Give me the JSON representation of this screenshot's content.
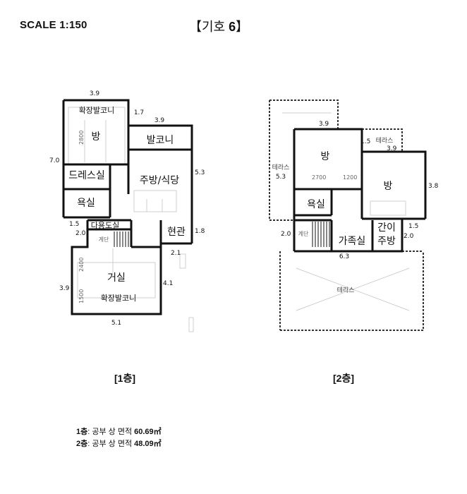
{
  "header": {
    "scale": "SCALE 1:150",
    "symbol_prefix": "【기호 ",
    "symbol_number": "6",
    "symbol_suffix": "】"
  },
  "floor1": {
    "label": "[1층]",
    "rooms": {
      "balcony_ext_top": "확장발코니",
      "bedroom": "방",
      "balcony": "발코니",
      "dressroom": "드레스실",
      "kitchen": "주방/식당",
      "bathroom": "욕실",
      "utility": "다용도실",
      "stairs": "계단",
      "entrance": "현관",
      "living": "거실",
      "balcony_ext_bottom": "확장발코니"
    },
    "dims": {
      "top": "3.9",
      "balcony_gap": "1.7",
      "balcony_width": "3.9",
      "left": "7.0",
      "right_kitchen": "5.3",
      "utility_small": "1.5",
      "stairs_width": "2.0",
      "entrance_side": "1.8",
      "entrance_width": "2.1",
      "living_left": "3.9",
      "living_right": "4.1",
      "bottom": "5.1"
    },
    "faint": {
      "bed_dim": "2800",
      "living_dim_a": "2400",
      "living_dim_b": "1500"
    }
  },
  "floor2": {
    "label": "[2층]",
    "rooms": {
      "terrace_left": "테라스",
      "terrace_top": "테라스",
      "bedroom_left": "방",
      "bedroom_right": "방",
      "bathroom": "욕실",
      "stairs": "계단",
      "family": "가족실",
      "kitchenette_a": "간이",
      "kitchenette_b": "주방",
      "terrace_bottom": "테라스"
    },
    "dims": {
      "top_left": "3.9",
      "terrace_top_gap": "1.5",
      "right_top": "3.9",
      "terrace_left_h": "5.3",
      "right_side": "3.8",
      "stairs_width": "2.0",
      "kitchenette_small": "1.5",
      "kitchenette_side": "2.0",
      "bottom_width": "6.3"
    },
    "faint": {
      "dim_a": "2700",
      "dim_b": "1200"
    }
  },
  "areas": {
    "f1_prefix": "1층",
    "f1_text": ": 공부 상 면적 ",
    "f1_value": "60.69㎡",
    "f2_prefix": "2층",
    "f2_text": ": 공부 상 면적 ",
    "f2_value": "48.09㎡"
  }
}
